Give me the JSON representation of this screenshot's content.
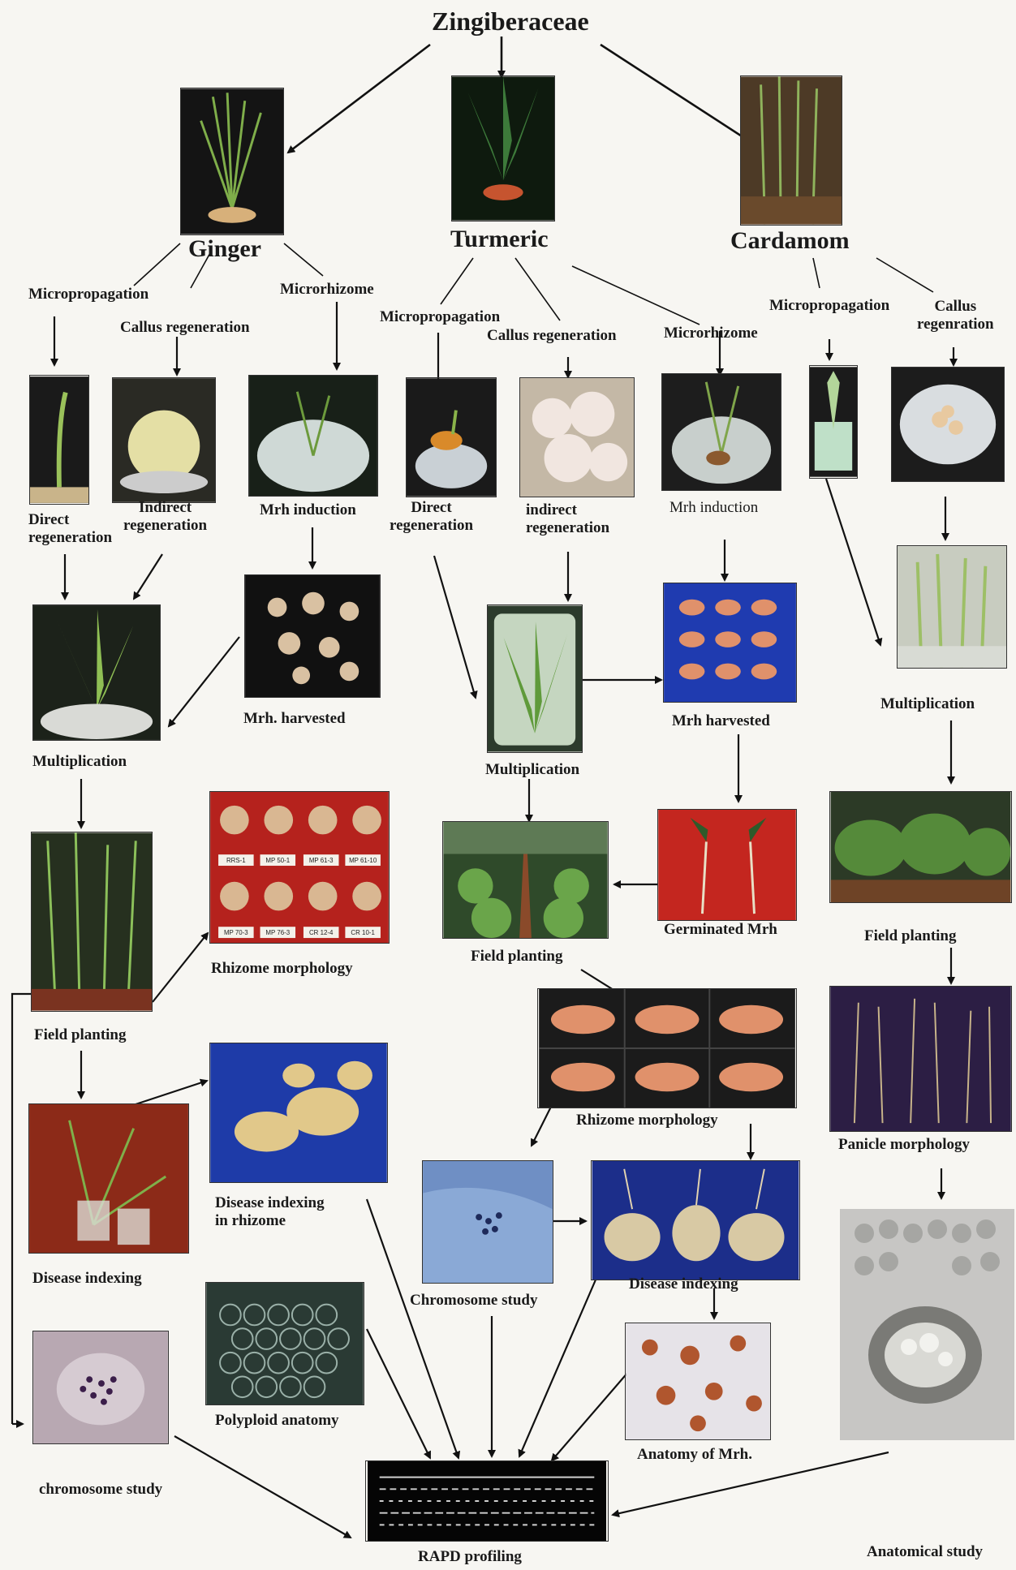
{
  "title": "Zingiberaceae",
  "species": {
    "ginger": "Ginger",
    "turmeric": "Turmeric",
    "cardamom": "Cardamom"
  },
  "ginger": {
    "micropropagation": "Micropropagation",
    "callus_regeneration": "Callus regeneration",
    "microrhizome": "Microrhizome",
    "direct_regeneration_1": "Direct",
    "direct_regeneration_2": "regeneration",
    "indirect_regeneration_1": "Indirect",
    "indirect_regeneration_2": "regeneration",
    "mrh_induction": "Mrh induction",
    "mrh_harvested": "Mrh.  harvested",
    "multiplication": "Multiplication",
    "field_planting": "Field planting",
    "rhizome_morphology": "Rhizome morphology",
    "disease_indexing": "Disease indexing",
    "disease_indexing_rhizome_1": "Disease indexing",
    "disease_indexing_rhizome_2": "in rhizome",
    "polyploid_anatomy": "Polyploid anatomy",
    "chromosome_study": "chromosome study"
  },
  "turmeric": {
    "micropropagation": "Micropropagation",
    "callus_regeneration": "Callus regeneration",
    "microrhizome": "Microrhizome",
    "direct_regeneration_1": "Direct",
    "direct_regeneration_2": "regeneration",
    "indirect_regeneration_1": "indirect",
    "indirect_regeneration_2": "regeneration",
    "mrh_induction": "Mrh induction",
    "multiplication": "Multiplication",
    "mrh_harvested": "Mrh harvested",
    "germinated_mrh": "Germinated Mrh",
    "field_planting": "Field planting",
    "rhizome_morphology": "Rhizome morphology",
    "chromosome_study": "Chromosome study",
    "disease_indexing": "Disease indexing",
    "anatomy_mrh": "Anatomy of Mrh."
  },
  "cardamom": {
    "micropropagation": "Micropropagation",
    "callus_regeneration_1": "Callus",
    "callus_regeneration_2": "regenration",
    "multiplication": "Multiplication",
    "field_planting": "Field planting",
    "panicle_morphology": "Panicle morphology",
    "anatomical_study": "Anatomical study"
  },
  "shared": {
    "rapd_profiling": "RAPD profiling"
  },
  "rhizome_tags": [
    "RRS-1",
    "MP 50-1",
    "MP 61-3",
    "MP 61-10",
    "MP 70-3",
    "MP 76-3",
    "CR 12-4",
    "CR 10-1"
  ]
}
